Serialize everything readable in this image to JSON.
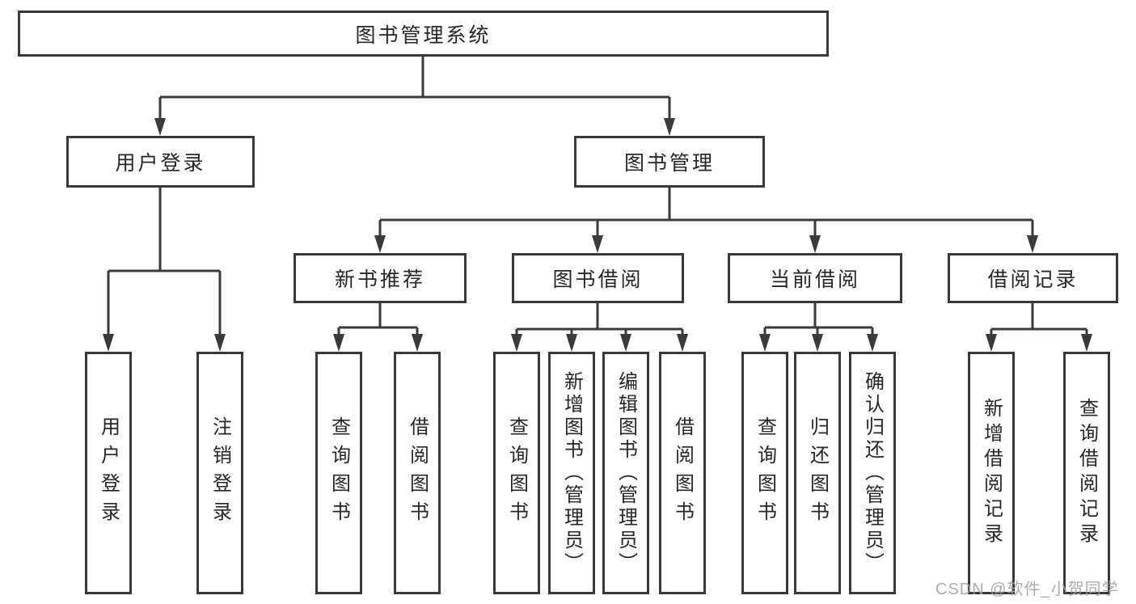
{
  "colors": {
    "background": "#ffffff",
    "line": "#3a3a3a",
    "box_border": "#383838",
    "text": "#262626",
    "watermark": "#a3a3a3"
  },
  "watermark": {
    "text": "CSDN @软件_小贺同学"
  },
  "diagram": {
    "type": "hierarchy",
    "root": {
      "label": "图书管理系统"
    },
    "level2": [
      {
        "label": "用户登录"
      },
      {
        "label": "图书管理"
      }
    ],
    "level3": [
      {
        "label": "新书推荐",
        "parent": "图书管理"
      },
      {
        "label": "图书借阅",
        "parent": "图书管理"
      },
      {
        "label": "当前借阅",
        "parent": "图书管理"
      },
      {
        "label": "借阅记录",
        "parent": "图书管理"
      }
    ],
    "leaves": [
      {
        "label": "用户登录",
        "parent": "用户登录"
      },
      {
        "label": "注销登录",
        "parent": "用户登录"
      },
      {
        "label": "查询图书",
        "parent": "新书推荐"
      },
      {
        "label": "借阅图书",
        "parent": "新书推荐"
      },
      {
        "label": "查询图书",
        "parent": "图书借阅"
      },
      {
        "label": "新增图书（管理员）",
        "parent": "图书借阅"
      },
      {
        "label": "编辑图书（管理员）",
        "parent": "图书借阅"
      },
      {
        "label": "借阅图书",
        "parent": "图书借阅"
      },
      {
        "label": "查询图书",
        "parent": "当前借阅"
      },
      {
        "label": "归还图书",
        "parent": "当前借阅"
      },
      {
        "label": "确认归还（管理员）",
        "parent": "当前借阅"
      },
      {
        "label": "新增借阅记录",
        "parent": "借阅记录"
      },
      {
        "label": "查询借阅记录",
        "parent": "借阅记录"
      }
    ]
  }
}
